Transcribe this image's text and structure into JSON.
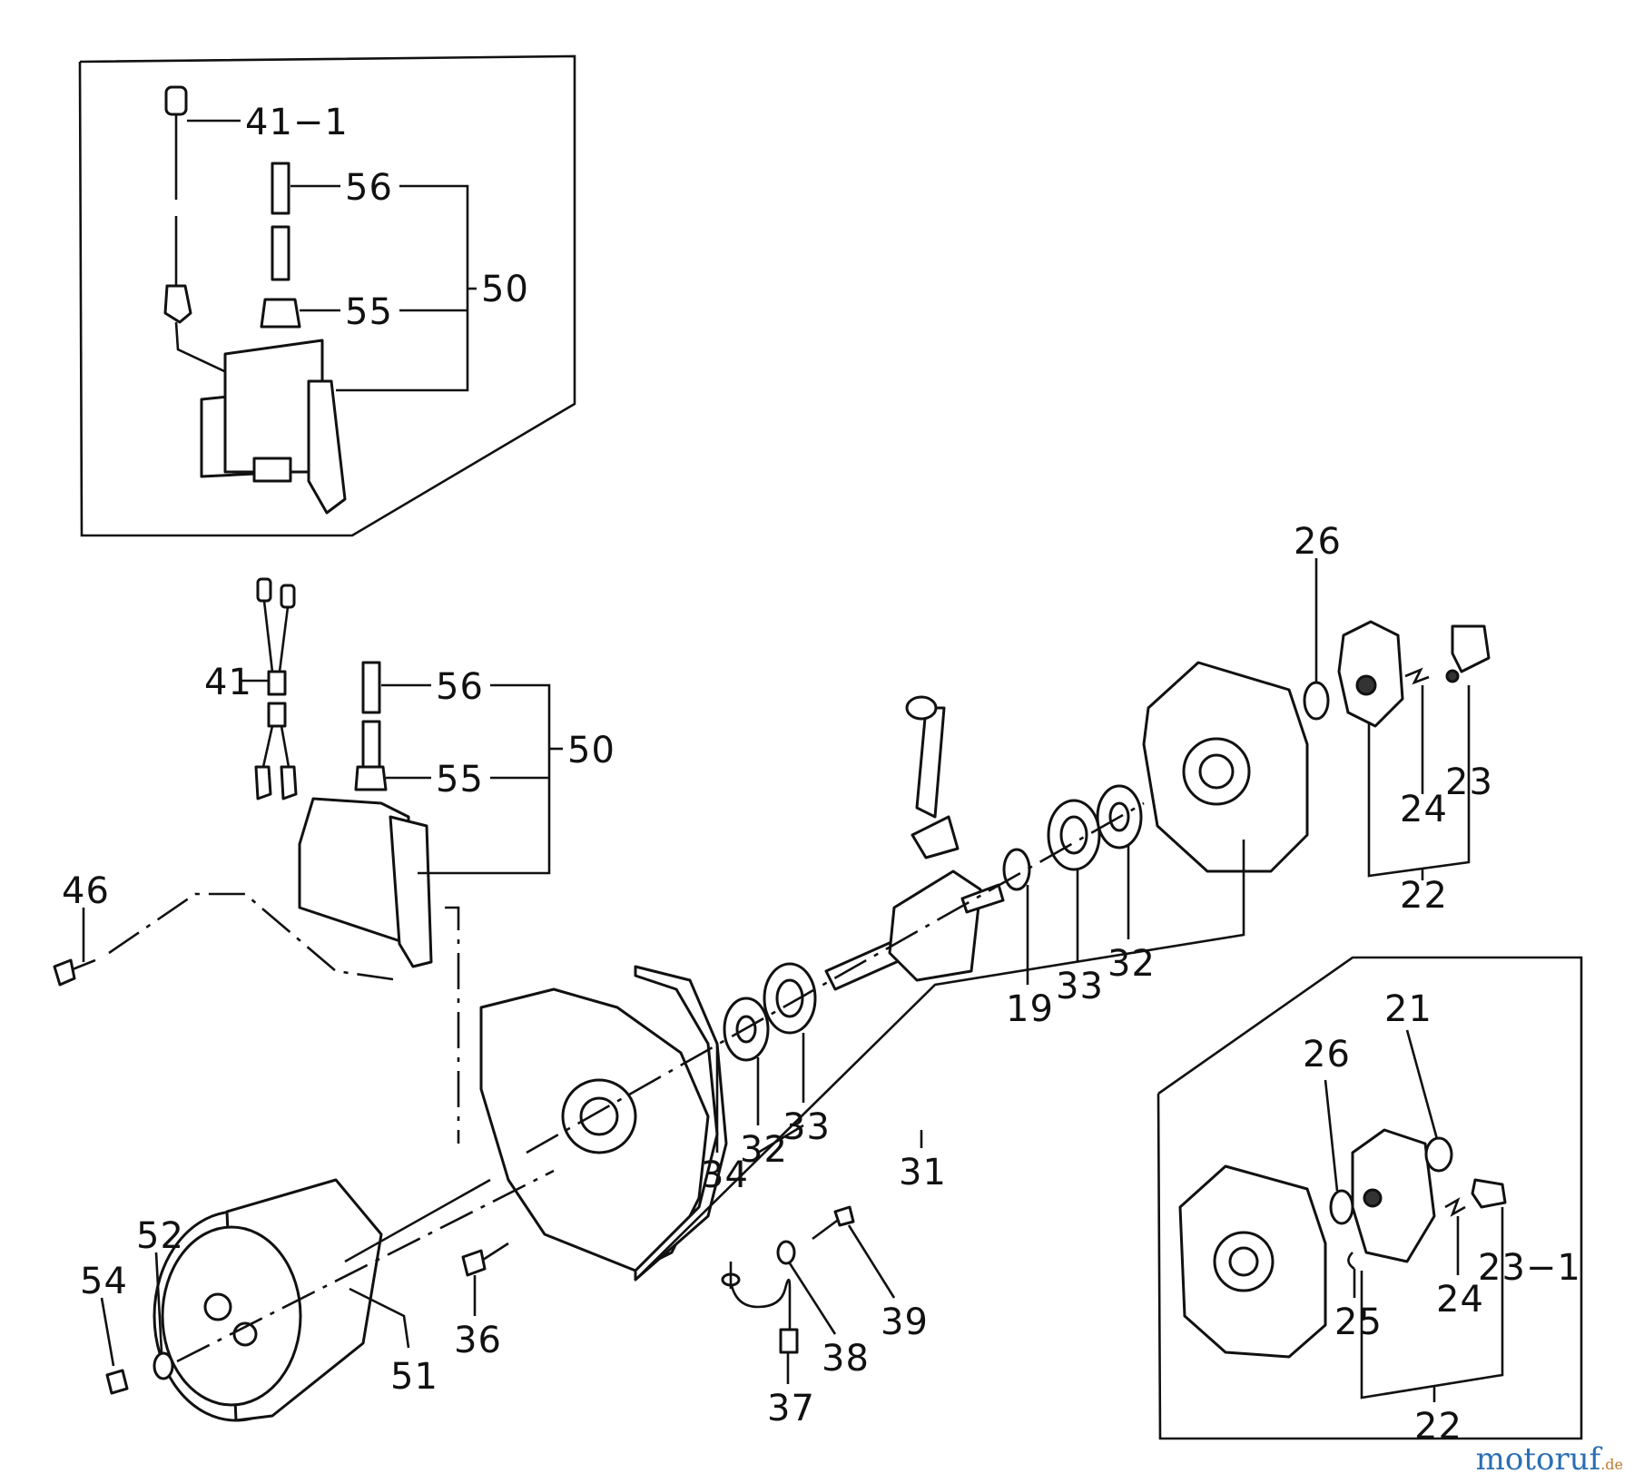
{
  "labels": {
    "l41_1": "41−1",
    "l56_top": "56",
    "l55_top": "55",
    "l50_top": "50",
    "l41": "41",
    "l56_mid": "56",
    "l55_mid": "55",
    "l50_mid": "50",
    "l46": "46",
    "l26_top": "26",
    "l23_top": "23",
    "l24_top": "24",
    "l22_top": "22",
    "l19": "19",
    "l33_mid": "33",
    "l32_mid": "32",
    "l32_low": "32",
    "l33_low": "33",
    "l34": "34",
    "l31": "31",
    "l21": "21",
    "l26_bot": "26",
    "l23_1": "23−1",
    "l24_bot": "24",
    "l25": "25",
    "l22_bot": "22",
    "l52": "52",
    "l54": "54",
    "l51": "51",
    "l36": "36",
    "l37": "37",
    "l38": "38",
    "l39": "39"
  },
  "watermark": {
    "brand": "motoruf",
    "tld": ".de"
  }
}
